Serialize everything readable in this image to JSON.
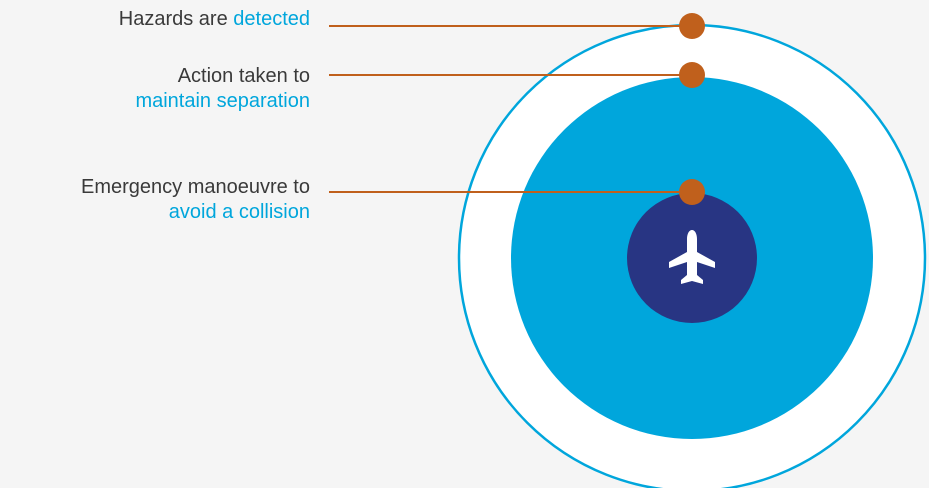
{
  "labels": {
    "detected": {
      "prefix": "Hazards are ",
      "highlight": "detected"
    },
    "separation": {
      "line1": "Action taken to",
      "highlight": "maintain separation"
    },
    "collision": {
      "line1": "Emergency manoeuvre to",
      "highlight": "avoid a collision"
    }
  },
  "icons": {
    "center": "airplane-icon"
  },
  "colors": {
    "background": "#f5f5f5",
    "outer_ring": "#ffffff",
    "outer_ring_stroke": "#00a6dc",
    "middle_zone": "#00a6dc",
    "inner_zone": "#283583",
    "connector": "#c0601c",
    "text": "#3a3a3a",
    "accent_text": "#00a6dc"
  }
}
